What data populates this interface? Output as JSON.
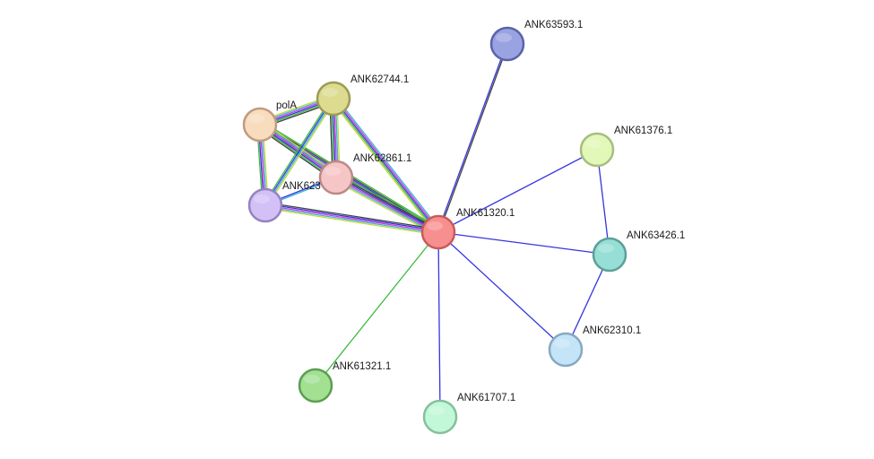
{
  "network": {
    "nodes": [
      {
        "id": "ANK61320.1",
        "label": "ANK61320.1",
        "fill": "#f88f8f",
        "stroke": "#c85a5a"
      },
      {
        "id": "ANK63593.1",
        "label": "ANK63593.1",
        "fill": "#9aa3e2",
        "stroke": "#5b63a8"
      },
      {
        "id": "ANK61376.1",
        "label": "ANK61376.1",
        "fill": "#e2f8b8",
        "stroke": "#a5be7e"
      },
      {
        "id": "ANK63426.1",
        "label": "ANK63426.1",
        "fill": "#97ded6",
        "stroke": "#5d9f98"
      },
      {
        "id": "ANK62310.1",
        "label": "ANK62310.1",
        "fill": "#c4e4f8",
        "stroke": "#86a9c0"
      },
      {
        "id": "ANK61707.1",
        "label": "ANK61707.1",
        "fill": "#c2f8d8",
        "stroke": "#86bf9d"
      },
      {
        "id": "ANK61321.1",
        "label": "ANK61321.1",
        "fill": "#a2e092",
        "stroke": "#5c9d52"
      },
      {
        "id": "ANK62744.1",
        "label": "ANK62744.1",
        "fill": "#dcdb90",
        "stroke": "#9c9b55"
      },
      {
        "id": "polA",
        "label": "polA",
        "fill": "#f8dcbe",
        "stroke": "#c09b7d"
      },
      {
        "id": "ANK62861.1",
        "label": "ANK62861.1",
        "fill": "#f6c6c6",
        "stroke": "#bd8888"
      },
      {
        "id": "ANK623",
        "label": "ANK623",
        "fill": "#d3c0f6",
        "stroke": "#9582c0"
      }
    ],
    "edges": [
      {
        "source": "ANK61320.1",
        "target": "ANK63593.1",
        "colors": [
          "#3535e0",
          "#404040"
        ]
      },
      {
        "source": "ANK61320.1",
        "target": "ANK61376.1",
        "colors": [
          "#3535e0"
        ]
      },
      {
        "source": "ANK61320.1",
        "target": "ANK63426.1",
        "colors": [
          "#3535e0"
        ]
      },
      {
        "source": "ANK61320.1",
        "target": "ANK62310.1",
        "colors": [
          "#3535e0"
        ]
      },
      {
        "source": "ANK61320.1",
        "target": "ANK61707.1",
        "colors": [
          "#3535e0"
        ]
      },
      {
        "source": "ANK61320.1",
        "target": "ANK61321.1",
        "colors": [
          "#3dbb3d"
        ]
      },
      {
        "source": "ANK61376.1",
        "target": "ANK63426.1",
        "colors": [
          "#3535e0"
        ]
      },
      {
        "source": "ANK63426.1",
        "target": "ANK62310.1",
        "colors": [
          "#3535e0"
        ]
      },
      {
        "source": "ANK61320.1",
        "target": "ANK62744.1",
        "colors": [
          "#c6d83a",
          "#3dbb3d",
          "#3535e0",
          "#d23ad2",
          "#3ab8d8"
        ]
      },
      {
        "source": "ANK61320.1",
        "target": "polA",
        "colors": [
          "#c6d83a",
          "#3ab8d8",
          "#d23ad2",
          "#3535e0",
          "#404040",
          "#3dbb3d"
        ]
      },
      {
        "source": "ANK61320.1",
        "target": "ANK62861.1",
        "colors": [
          "#c6d83a",
          "#3ab8d8",
          "#d23ad2",
          "#3535e0",
          "#404040",
          "#3dbb3d"
        ]
      },
      {
        "source": "ANK61320.1",
        "target": "ANK623",
        "colors": [
          "#c6d83a",
          "#3ab8d8",
          "#d23ad2",
          "#3535e0",
          "#404040"
        ]
      },
      {
        "source": "polA",
        "target": "ANK62744.1",
        "colors": [
          "#c6d83a",
          "#3ab8d8",
          "#d23ad2",
          "#3535e0",
          "#3dbb3d",
          "#404040"
        ]
      },
      {
        "source": "polA",
        "target": "ANK62861.1",
        "colors": [
          "#c6d83a",
          "#3ab8d8",
          "#d23ad2",
          "#3535e0",
          "#3dbb3d",
          "#404040"
        ]
      },
      {
        "source": "polA",
        "target": "ANK623",
        "colors": [
          "#c6d83a",
          "#3ab8d8",
          "#d23ad2",
          "#3535e0",
          "#3dbb3d"
        ]
      },
      {
        "source": "ANK62744.1",
        "target": "ANK62861.1",
        "colors": [
          "#c6d83a",
          "#3ab8d8",
          "#d23ad2",
          "#3535e0",
          "#3dbb3d",
          "#404040"
        ]
      },
      {
        "source": "ANK62744.1",
        "target": "ANK623",
        "colors": [
          "#c6d83a",
          "#3ab8d8",
          "#3535e0",
          "#3dbb3d"
        ]
      },
      {
        "source": "ANK62861.1",
        "target": "ANK623",
        "colors": [
          "#3ab8d8",
          "#3535e0"
        ]
      }
    ]
  }
}
